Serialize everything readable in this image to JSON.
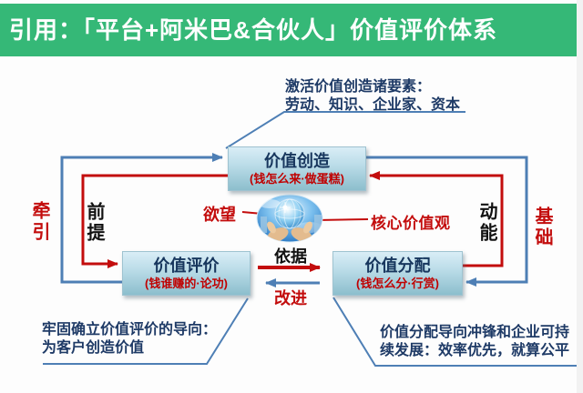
{
  "header": {
    "title": "引用：「平台+阿米巴&合伙人」价值评价体系"
  },
  "boxes": {
    "creation": {
      "title": "价值创造",
      "subtitle": "(钱怎么来·做蛋糕)"
    },
    "evaluation": {
      "title": "价值评价",
      "subtitle": "(钱谁赚的·论功)"
    },
    "distribution": {
      "title": "价值分配",
      "subtitle": "(钱怎么分·行赏)"
    }
  },
  "labels": {
    "desire": "欲望",
    "core_values": "核心价值观",
    "traction": "牵引",
    "premise": "前提",
    "momentum": "动能",
    "foundation": "基础",
    "basis": "依据",
    "improve": "改进"
  },
  "annotations": {
    "top": {
      "line1": "激活价值创造诸要素：",
      "line2": "劳动、知识、企业家、资本"
    },
    "bottom_left": {
      "line1": "牢固确立价值评价的导向：",
      "line2": "为客户创造价值"
    },
    "bottom_right": {
      "line1": "价值分配导向冲锋和企业可持",
      "line2": "续发展：效率优先，就算公平"
    }
  },
  "icons": {
    "globe": "globe-held-by-hands-photo"
  },
  "colors": {
    "header_bg": "#35b877",
    "header_text": "#ffffff",
    "box_gradient_top": "#d9edf6",
    "box_gradient_bottom": "#8cbecd",
    "box_title_text": "#17365d",
    "accent_red": "#c30d0d",
    "accent_blue": "#4e7fb5",
    "annotation_text": "#1e3a66"
  }
}
